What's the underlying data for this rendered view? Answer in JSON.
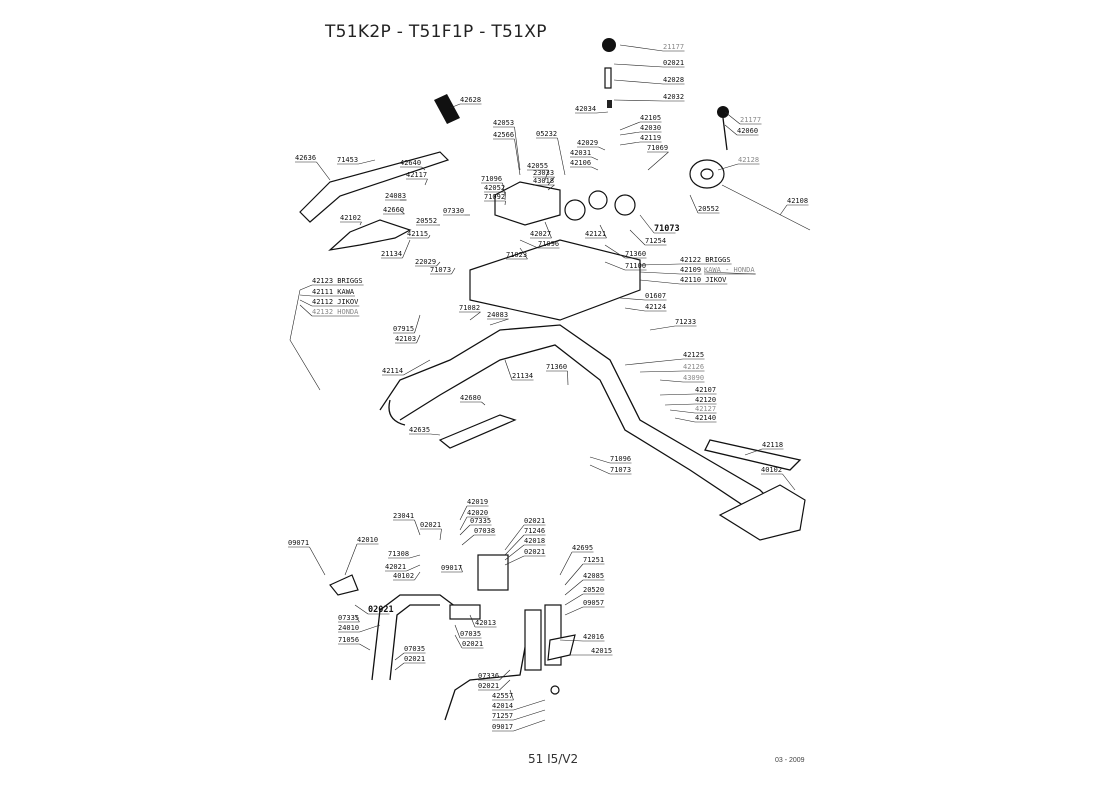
{
  "title": "T51K2P - T51F1P - T51XP",
  "page_number": "51 I5/V2",
  "date": "03 - 2009",
  "labels": [
    "21177",
    "02021",
    "42028",
    "42032",
    "42628",
    "42034",
    "42105",
    "42030",
    "42119",
    "42029",
    "42031",
    "42106",
    "42053",
    "42566",
    "05232",
    "42636",
    "71453",
    "42640",
    "42117",
    "24083",
    "42660",
    "42102",
    "71096",
    "42052",
    "71092",
    "42055",
    "23033",
    "43018",
    "71069",
    "21177",
    "42060",
    "42128",
    "42108",
    "07330",
    "20552",
    "42115",
    "21134",
    "22029",
    "71073",
    "42027",
    "42121",
    "71073",
    "71254",
    "71096",
    "71023",
    "71360",
    "71100",
    "20552",
    "42122 BRIGGS",
    "42109",
    "KAWA - HONDA",
    "42110 JIKOV",
    "42123 BRIGGS",
    "42111 KAWA",
    "42112 JIKOV",
    "42132 HONDA",
    "01607",
    "42124",
    "71233",
    "07915",
    "71082",
    "24083",
    "42103",
    "42114",
    "21134",
    "42125",
    "42126",
    "43090",
    "71360",
    "42107",
    "42120",
    "42127",
    "42140",
    "42680",
    "42635",
    "42118",
    "71096",
    "71073",
    "40102",
    "42019",
    "23041",
    "02021",
    "42020",
    "07335",
    "07038",
    "02021",
    "71246",
    "42018",
    "02021",
    "09071",
    "42010",
    "71308",
    "42021",
    "40102",
    "09017",
    "42695",
    "71251",
    "42085",
    "20520",
    "09057",
    "02021",
    "07335",
    "24010",
    "71056",
    "42013",
    "07035",
    "02021",
    "07035",
    "02021",
    "42016",
    "42015",
    "07336",
    "02021",
    "42557",
    "42014",
    "71257",
    "09017"
  ]
}
